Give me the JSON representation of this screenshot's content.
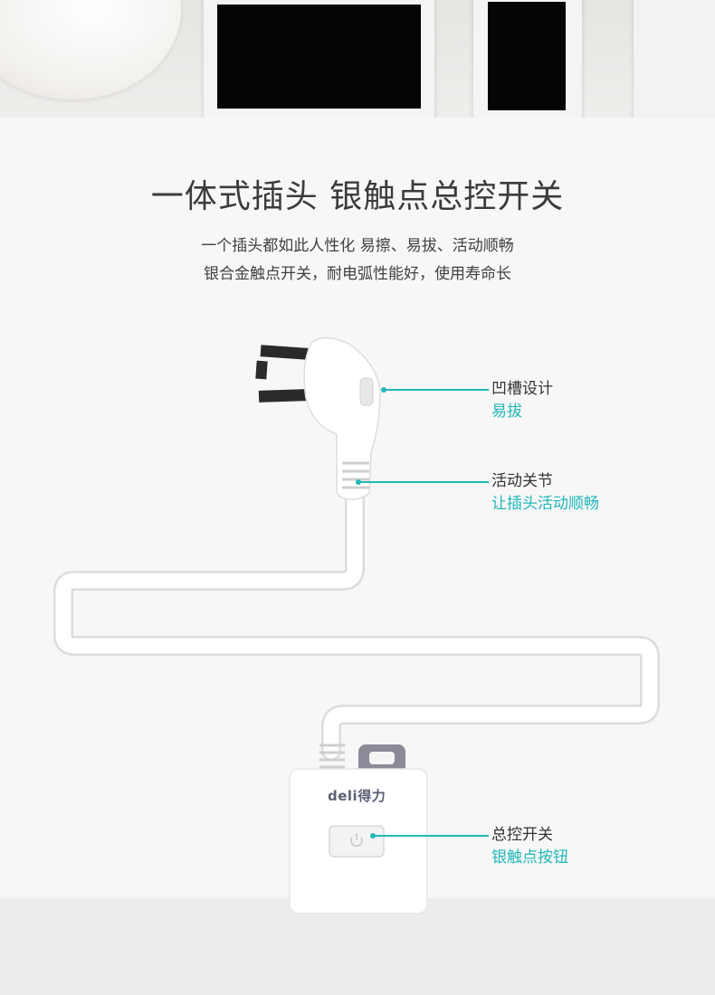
{
  "header": {
    "title": "一体式插头 银触点总控开关",
    "subtitle_line1": "一个插头都如此人性化  易擦、易拔、活动顺畅",
    "subtitle_line2": "银合金触点开关，耐电弧性能好，使用寿命长"
  },
  "product": {
    "brand_logo": "deli得力"
  },
  "callouts": [
    {
      "title": "凹槽设计",
      "desc": "易拔"
    },
    {
      "title": "活动关节",
      "desc": "让插头活动顺畅"
    },
    {
      "title": "总控开关",
      "desc": "银触点按钮"
    }
  ],
  "colors": {
    "accent": "#22b8b8",
    "title": "#3b3b3b",
    "background": "#f7f7f8"
  },
  "icons": [
    "power-icon"
  ]
}
